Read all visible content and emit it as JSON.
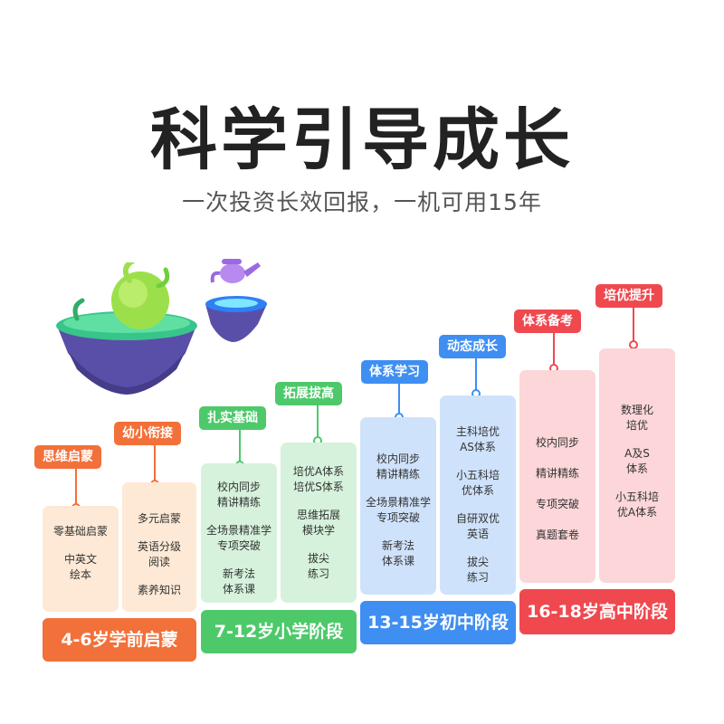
{
  "header": {
    "title": "科学引导成长",
    "subtitle": "一次投资长效回报，一机可用15年"
  },
  "tags": [
    "思维启蒙",
    "幼小衔接",
    "扎实基础",
    "拓展拔高",
    "体系学习",
    "动态成长",
    "体系备考",
    "培优提升"
  ],
  "columns": [
    {
      "items": [
        "零基础启蒙",
        "中英文\n绘本"
      ]
    },
    {
      "items": [
        "多元启蒙",
        "英语分级\n阅读",
        "素养知识"
      ]
    },
    {
      "items": [
        "校内同步\n精讲精练",
        "全场景精准学\n专项突破",
        "新考法\n体系课"
      ]
    },
    {
      "items": [
        "培优A体系\n培优S体系",
        "思维拓展\n模块学",
        "拔尖\n练习"
      ]
    },
    {
      "items": [
        "校内同步\n精讲精练",
        "全场景精准学\n专项突破",
        "新考法\n体系课"
      ]
    },
    {
      "items": [
        "主科培优\nAS体系",
        "小五科培\n优体系",
        "自研双优\n英语",
        "拔尖\n练习"
      ]
    },
    {
      "items": [
        "校内同步",
        "精讲精练",
        "专项突破",
        "真题套卷"
      ]
    },
    {
      "items": [
        "数理化\n培优",
        "A及S\n体系",
        "小五科培\n优A体系"
      ]
    }
  ],
  "stages": [
    "4-6岁学前启蒙",
    "7-12岁小学阶段",
    "13-15岁初中阶段",
    "16-18岁高中阶段"
  ],
  "colors": {
    "orange": "#f2703a",
    "green": "#4dc96a",
    "blue": "#3f8ef2",
    "red": "#f0484f"
  },
  "icons": [
    "floating-island-planet",
    "watering-can-island"
  ]
}
